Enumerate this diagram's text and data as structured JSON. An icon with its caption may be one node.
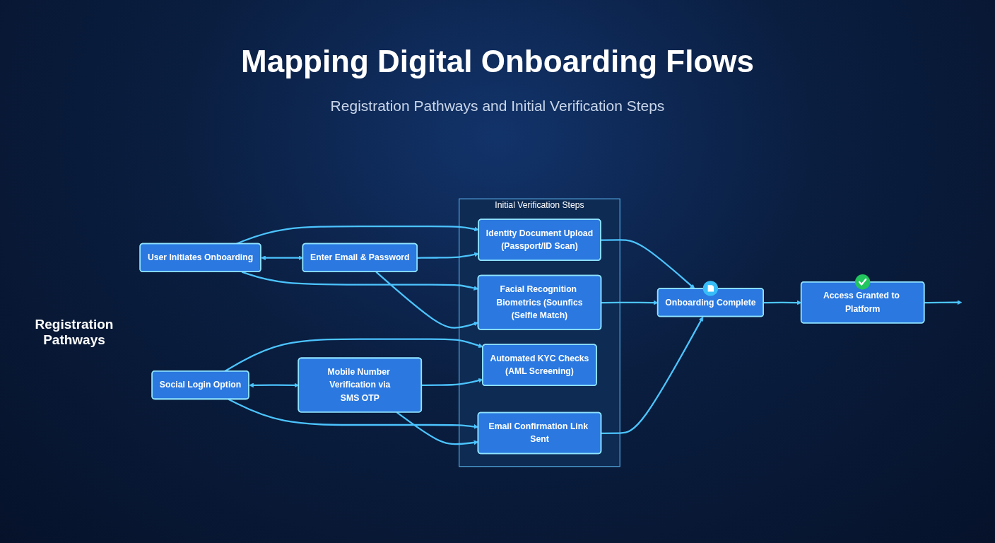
{
  "diagram": {
    "title": "Mapping Digital Onboarding Flows",
    "nodes": [
      {
        "text": [
          "User Initiates Onboarding"
        ]
      },
      {
        "text": [
          "Enter Email & Password"
        ]
      },
      {
        "text": [
          "Social Login Option"
        ]
      },
      {
        "text": [
          "Mobile Number Verification via",
          "SMS OTP"
        ]
      },
      {
        "text": [
          "Initial Verification Steps"
        ]
      },
      {
        "text": [
          "Identity Document Upload",
          "(Passport/ID Scan)"
        ],
        "in": 4
      },
      {
        "text": [
          "Facial Recognition Biometrics (Sounfics",
          "(Selfie Match)"
        ],
        "in": 4
      },
      {
        "text": [
          "Automated KYC Checks",
          "(AML Screening)"
        ],
        "in": 4
      },
      {
        "text": [
          "Email Confirmation Link Sent"
        ],
        "in": 4
      },
      {
        "text": [
          "Onboarding Complete"
        ]
      },
      {
        "text": [
          "Access Granted to Platform"
        ]
      }
    ],
    "edges": [
      {
        "from": 0,
        "to": 1,
        "arrow": "both"
      },
      {
        "from": 2,
        "to": 3,
        "arrow": "both"
      },
      {
        "from": 0,
        "to": 5,
        "arrow": "to"
      },
      {
        "from": 0,
        "to": 6,
        "arrow": "to"
      },
      {
        "from": 1,
        "to": 5,
        "arrow": "to"
      },
      {
        "from": 1,
        "to": 6,
        "arrow": "to"
      },
      {
        "from": 2,
        "to": 7,
        "arrow": "to"
      },
      {
        "from": 2,
        "to": 8,
        "arrow": "to"
      },
      {
        "from": 3,
        "to": 7,
        "arrow": "to"
      },
      {
        "from": 3,
        "to": 8,
        "arrow": "to"
      },
      {
        "from": 5,
        "to": 9,
        "arrow": "to"
      },
      {
        "from": 6,
        "to": 9,
        "arrow": "to"
      },
      {
        "from": 8,
        "to": 9,
        "arrow": "to"
      },
      {
        "from": 9,
        "to": 10,
        "arrow": "to"
      },
      {
        "from": 10,
        "to": null,
        "arrow": "to"
      }
    ],
    "labels": [
      "Registration Pathways and Initial Verification Steps",
      "Registration Pathways"
    ]
  }
}
